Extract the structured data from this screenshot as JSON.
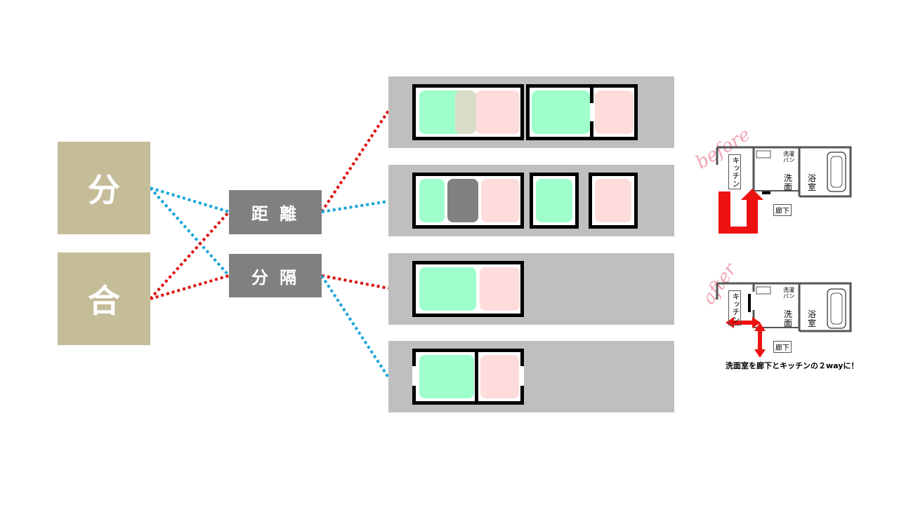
{
  "left": {
    "bun": "分",
    "go": "合"
  },
  "middle": {
    "kyori": "距 離",
    "bunkaku": "分 隔"
  },
  "plans": {
    "before": {
      "script": "before",
      "kitchen": "キッチン",
      "laundry": "洗濯\nパン",
      "wash": "洗\n面",
      "bath": "浴\n室",
      "hall": "廊下"
    },
    "after": {
      "script": "after",
      "kitchen": "キッチン",
      "laundry": "洗濯\nパン",
      "wash": "洗\n面",
      "bath": "浴\n室",
      "hall": "廊下",
      "caption": "洗面室を廊下とキッチンの２wayに！"
    }
  },
  "colors": {
    "khaki": "#c5bc98",
    "gray": "#808080",
    "panel": "#bfbfbf",
    "green": "#9effcc",
    "pink": "#ffdcdc",
    "red": "#dd1111",
    "blue": "#1aa5d8",
    "arrow": "#ee1111"
  }
}
